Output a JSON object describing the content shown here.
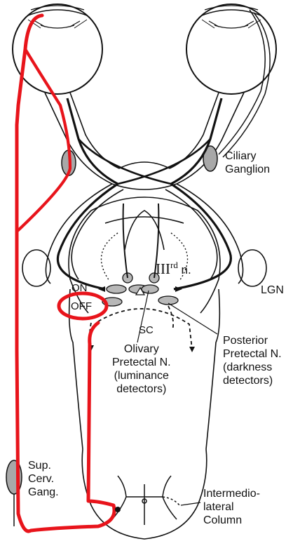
{
  "labels": {
    "ciliary_ganglion": [
      "Ciliary",
      "Ganglion"
    ],
    "third_nerve": {
      "main": "III",
      "sup": "rd",
      "suffix": " n."
    },
    "lgn": "LGN",
    "on": "ON",
    "off": "OFF",
    "sc": "SC",
    "olivary_pretectal": [
      "Olivary",
      "Pretectal N.",
      "(luminance",
      "detectors)"
    ],
    "posterior_pretectal": [
      "Posterior",
      "Pretectal N.",
      "(darkness",
      "detectors)"
    ],
    "sup_cerv_gang": [
      "Sup.",
      "Cerv.",
      "Gang."
    ],
    "intermediolateral": [
      "Intermedio-",
      "lateral",
      "Column"
    ]
  },
  "colors": {
    "pathway_highlight": "#e8141b",
    "nucleus_fill": "#b8b8b8",
    "ganglion_fill": "#a8a8a8",
    "outline": "#111111",
    "background": "#ffffff"
  }
}
